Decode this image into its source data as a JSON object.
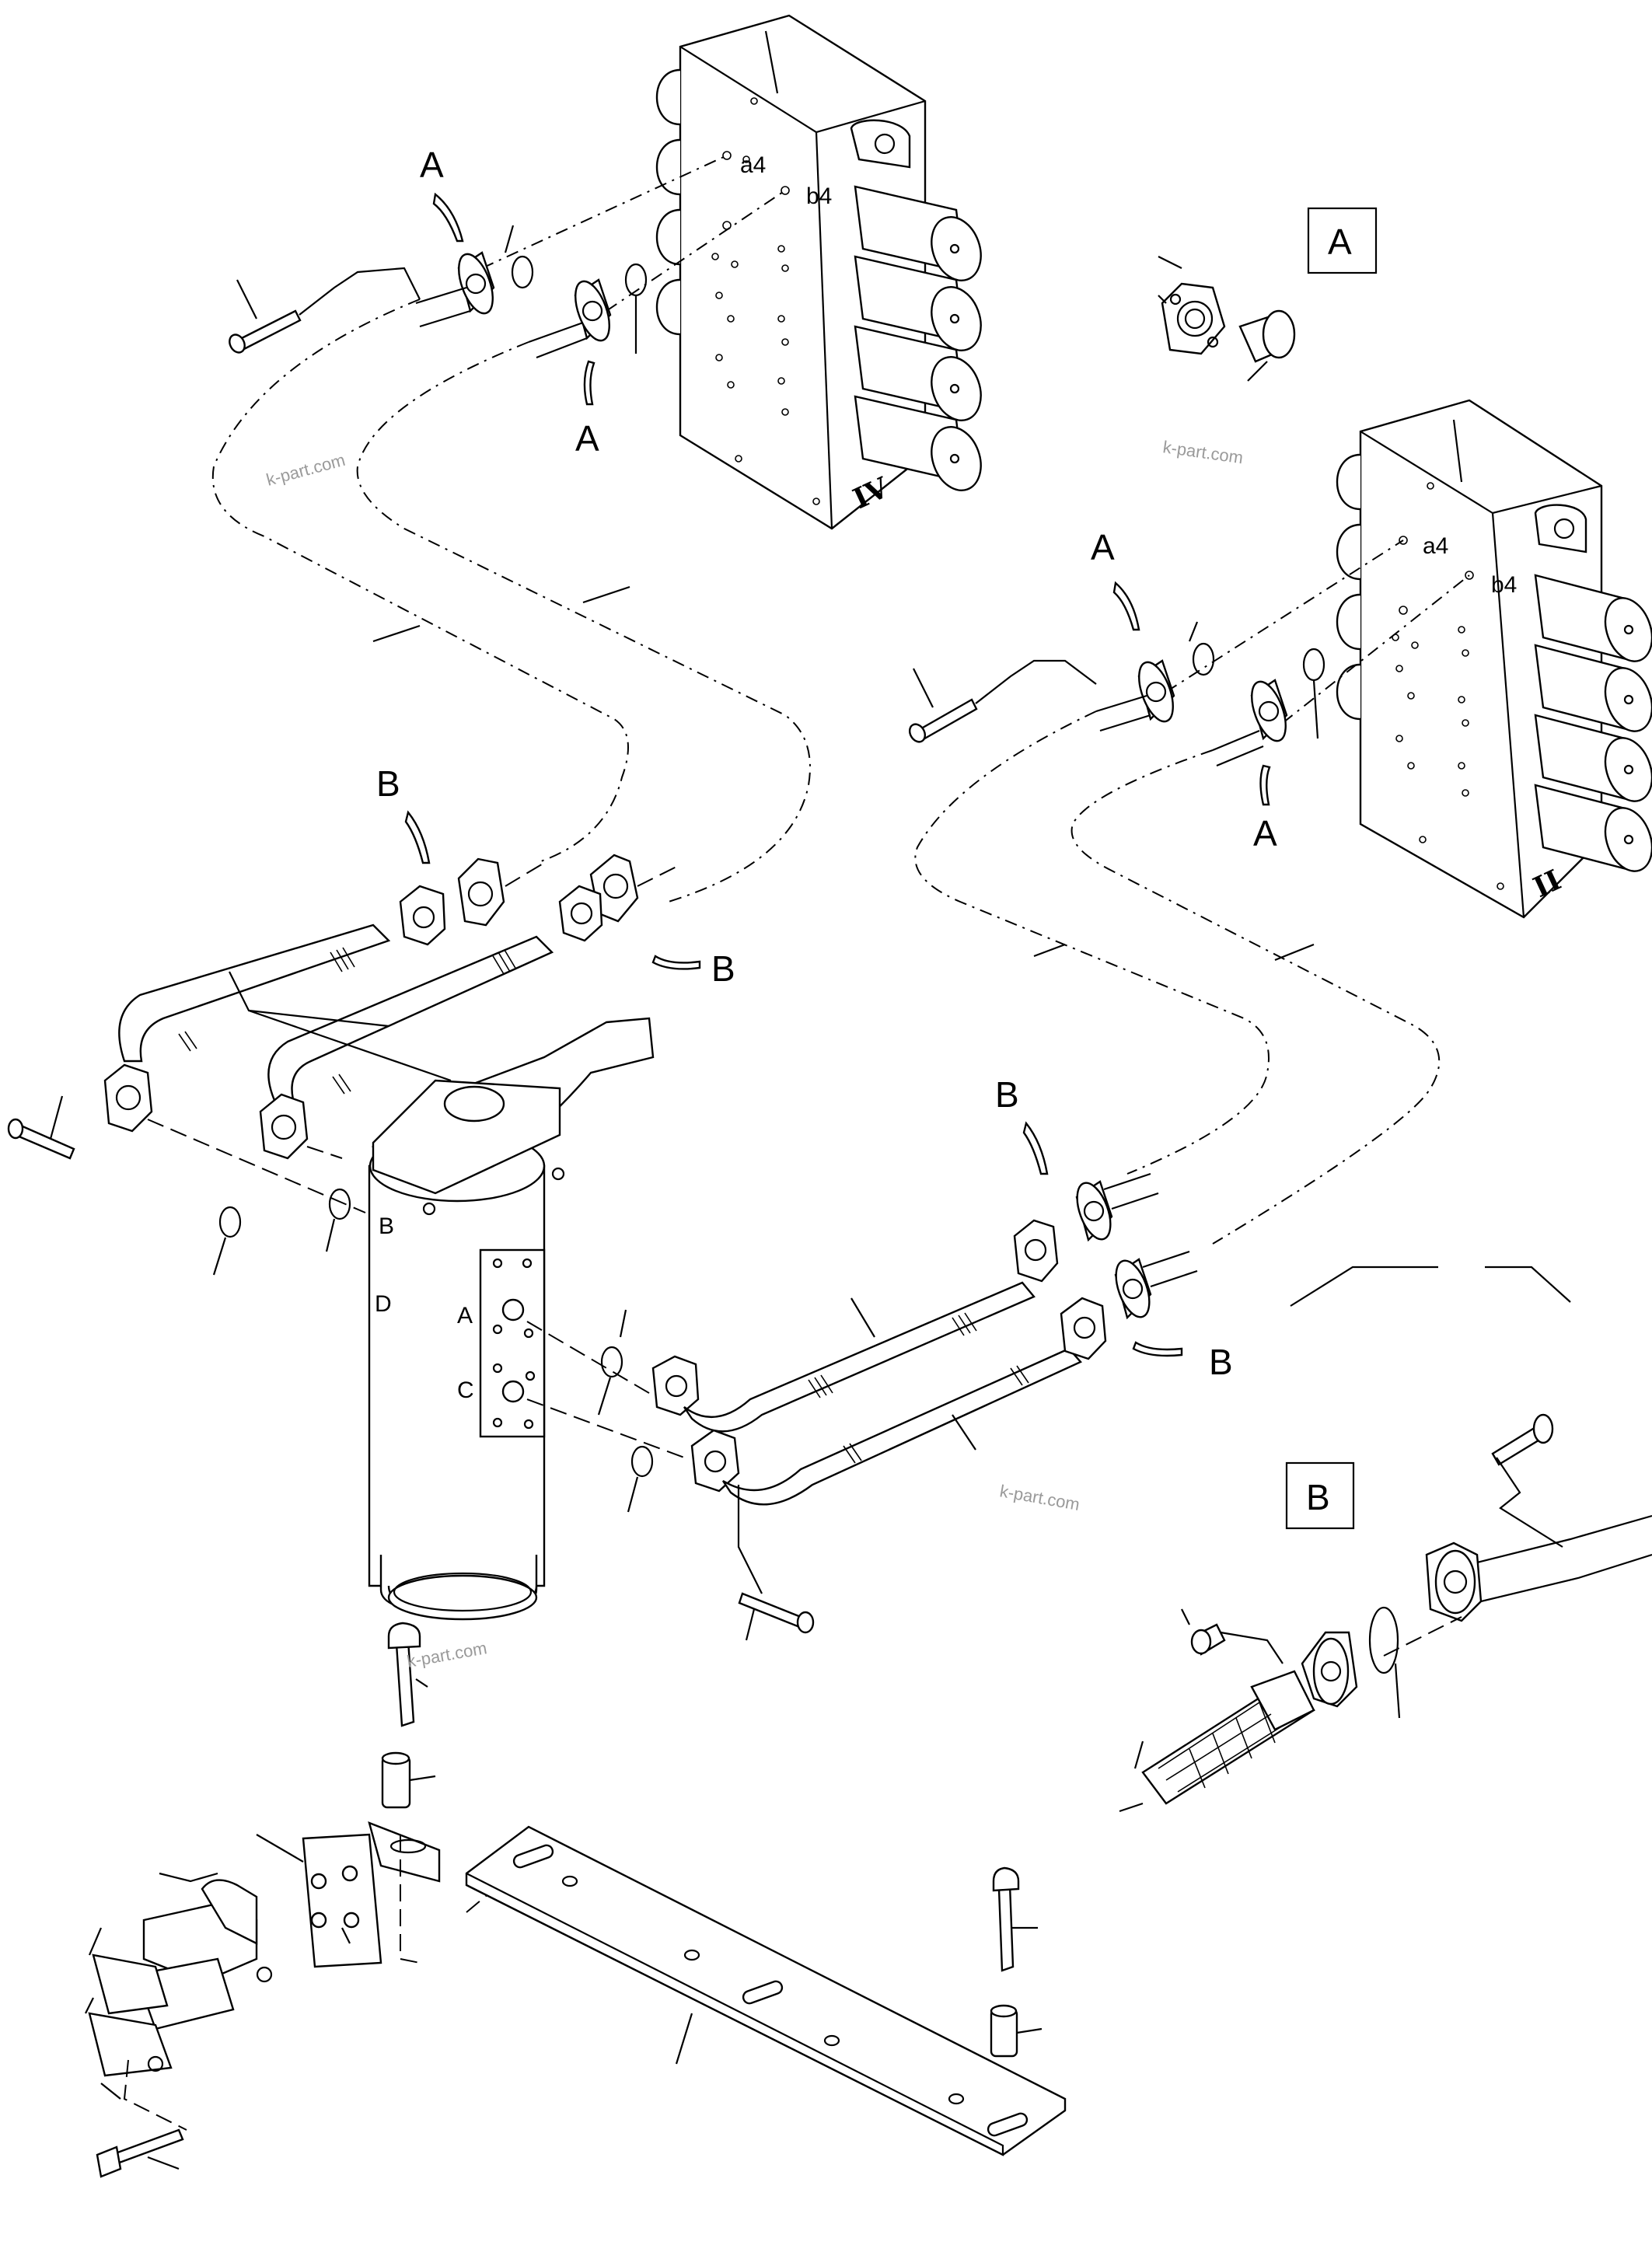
{
  "valve_labels": {
    "upper_valve": "IV",
    "lower_valve": "II"
  },
  "port_labels": {
    "upper_a4": "a4",
    "upper_b4": "b4",
    "lower_a4": "a4",
    "lower_b4": "b4"
  },
  "callouts": {
    "A": "A",
    "B": "B"
  },
  "detail_boxes": {
    "detail_a": "A",
    "detail_b": "B"
  },
  "swivel_ports": {
    "A": "A",
    "B": "B",
    "C": "C",
    "D": "D"
  },
  "watermark": "k-part.com"
}
